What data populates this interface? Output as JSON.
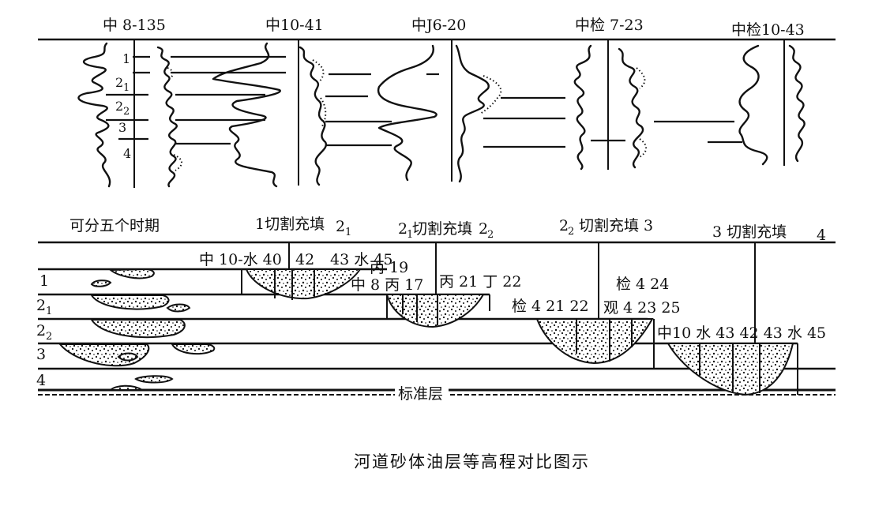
{
  "logs": {
    "wells": [
      "中 8-135",
      "中10-41",
      "中J6-20",
      "中检 7-23",
      "中检10-43"
    ],
    "layer_numbers": [
      "1",
      "2",
      "1",
      "2",
      "2",
      "3",
      "4"
    ]
  },
  "section": {
    "header_left": "可分五个时期",
    "phase_1": {
      "main": "1切割充填",
      "digit": "2",
      "sub": "1"
    },
    "phase_2": {
      "a": "2",
      "a_sub": "1",
      "main": "切割充填",
      "b": "2",
      "b_sub": "2"
    },
    "phase_3": {
      "a": "2",
      "a_sub": "2",
      "main": "切割充填 3"
    },
    "phase_4": {
      "main": "3 切割充填",
      "num": "4"
    },
    "layer_labels": [
      "1",
      "2",
      "1",
      "2",
      "2",
      "3",
      "4"
    ],
    "well_labels": {
      "w1": "中 10-水 40",
      "w2": "42",
      "w3": "43  水 45",
      "w4": "丙  19",
      "w5": "中 8  丙  17",
      "w6": "丙 21 丁 22",
      "w7": "检 4  24",
      "w8": "检 4  21 22",
      "w9": "观 4  23  25",
      "w10": "中10  水 43 42  43  水  45"
    },
    "marker_bed": "标准层"
  },
  "caption": "河道砂体油层等高程对比图示"
}
